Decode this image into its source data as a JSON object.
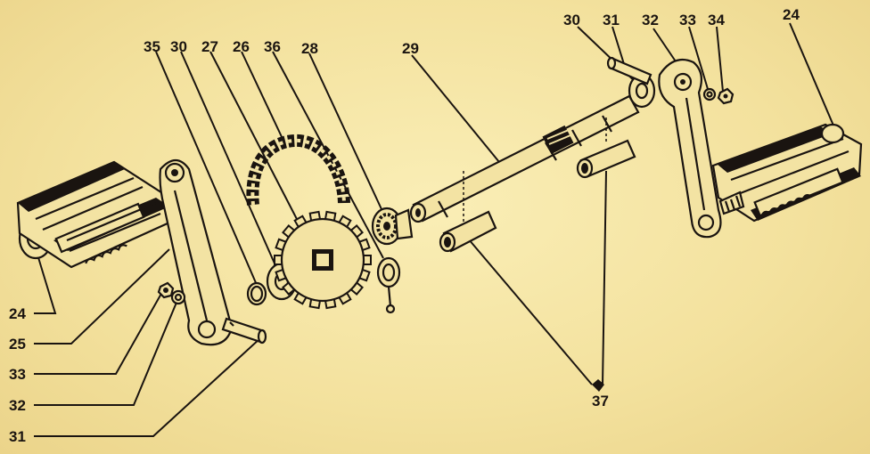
{
  "labels": {
    "top_left": [
      "35",
      "30",
      "27",
      "26",
      "36",
      "28",
      "29"
    ],
    "top_right": [
      "30",
      "31",
      "32",
      "33",
      "34",
      "24"
    ],
    "left_side": [
      "24",
      "25",
      "33",
      "32",
      "31"
    ],
    "bottom": "37"
  },
  "colors": {
    "paper": "#f5e7a6",
    "ink": "#1a1410"
  }
}
